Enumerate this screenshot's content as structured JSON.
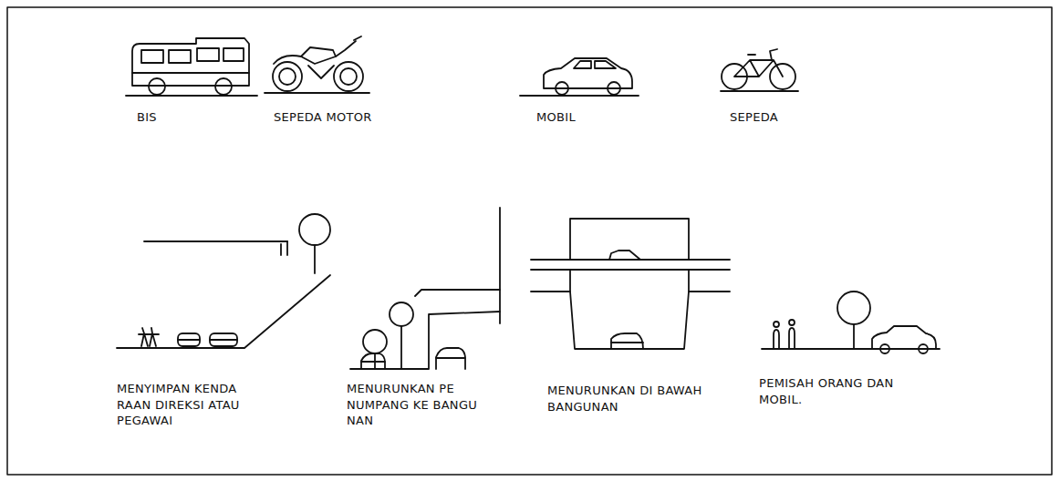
{
  "diagram": {
    "labels": [
      "BIS",
      "SEPEDA MOTOR",
      "MOBIL",
      "SEPEDA",
      "MENYIMPAN KENDA RAAN DIREKSI ATAU PEGAWAI",
      "MENURUNKAN PE NUMPANG KE BANGU NAN",
      "MENURUNKAN DI BAWAH BANGUNAN",
      "PEMISAH ORANG DAN MOBIL."
    ]
  }
}
